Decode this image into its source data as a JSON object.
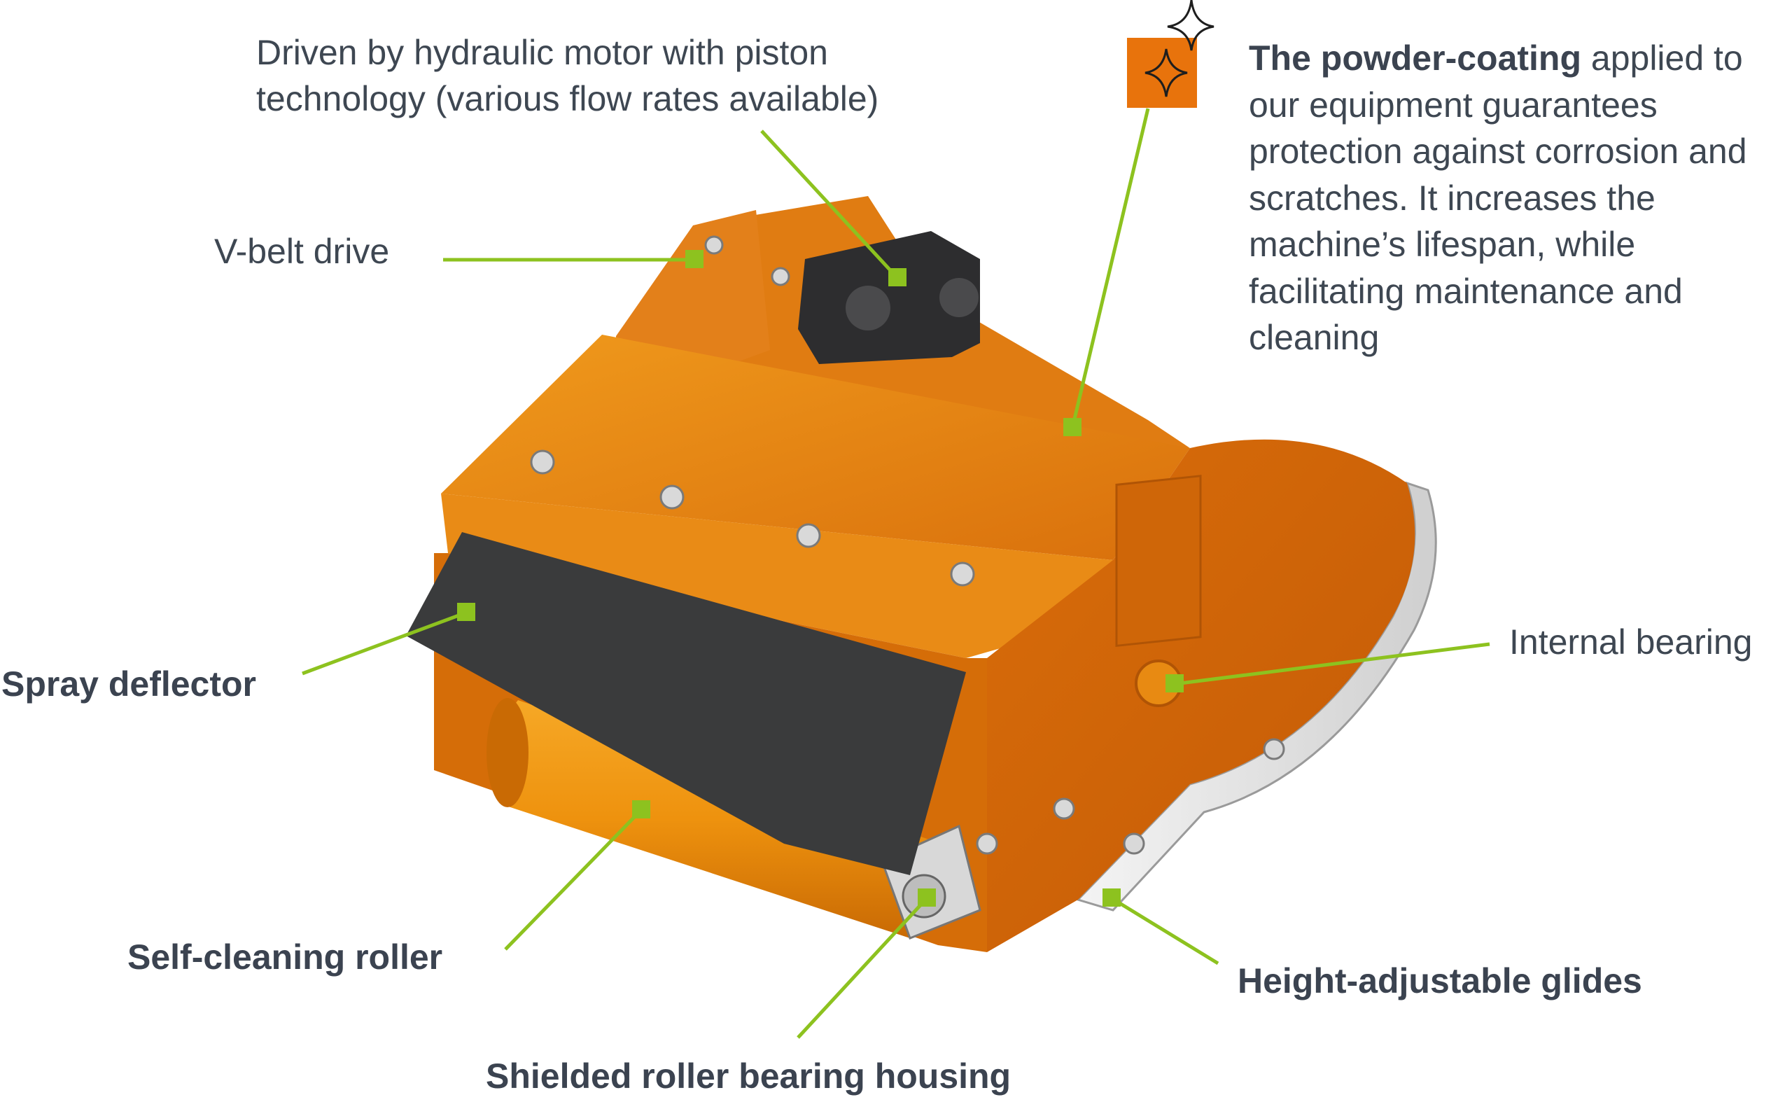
{
  "colors": {
    "accent_green": "#8dc21f",
    "brand_orange": "#e8730c",
    "machine_orange": "#e0780a",
    "deflector": "#3a3b3c",
    "text": "#3e4752"
  },
  "labels": {
    "hydraulic_motor_line1": "Driven by hydraulic motor with piston",
    "hydraulic_motor_line2": "technology (various flow rates available)",
    "v_belt": "V-belt drive",
    "spray_deflector": "Spray deflector",
    "self_cleaning_roller": "Self-cleaning roller",
    "shielded_bearing": "Shielded roller bearing housing",
    "height_glides": "Height-adjustable glides",
    "internal_bearing": "Internal bearing"
  },
  "powder_coating": {
    "bold": "The powder-coating",
    "rest": " applied to our equipment guarantees protection against corrosion and scratches. It increases the machine’s lifespan, while facilitating maintenance and cleaning",
    "icon": "sparkle-icon"
  }
}
